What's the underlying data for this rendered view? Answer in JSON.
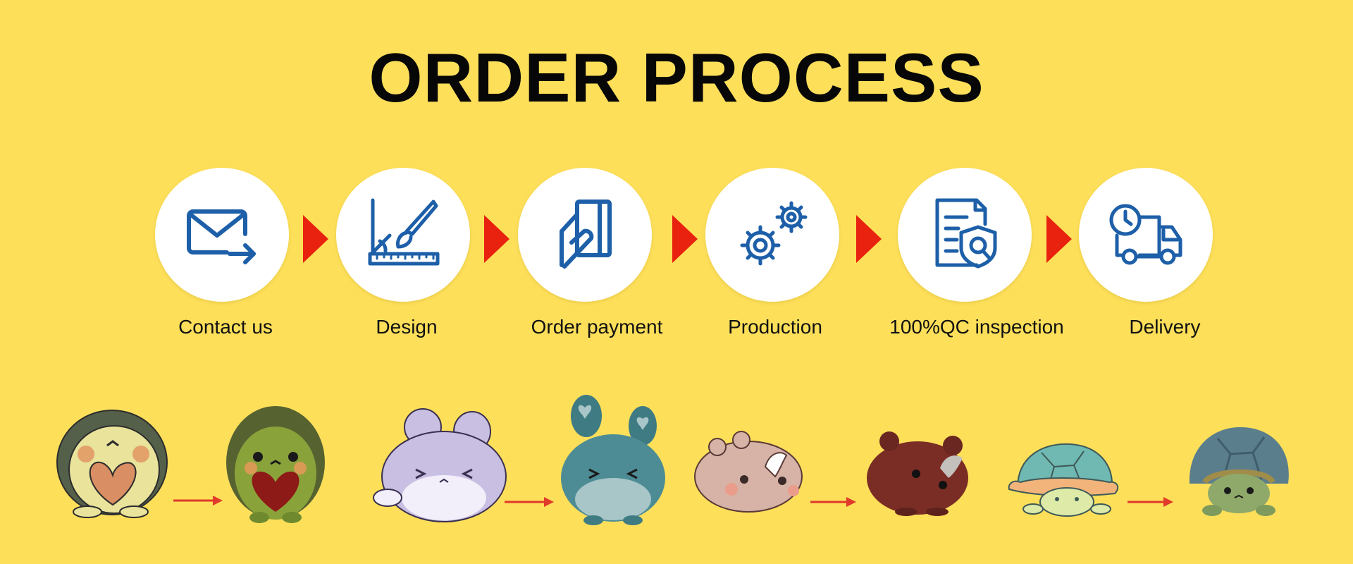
{
  "title": "ORDER PROCESS",
  "steps": [
    {
      "label": "Contact us",
      "icon": "mail-send-icon"
    },
    {
      "label": "Design",
      "icon": "design-ruler-icon"
    },
    {
      "label": "Order payment",
      "icon": "card-payment-icon"
    },
    {
      "label": "Production",
      "icon": "gears-icon"
    },
    {
      "label": "100%QC inspection",
      "icon": "document-shield-inspect-icon"
    },
    {
      "label": "Delivery",
      "icon": "delivery-truck-icon"
    }
  ],
  "colors": {
    "background": "#fddf5a",
    "icon": "#1d5fa8",
    "step_arrow": "#e8220e",
    "toy_arrow": "#e03a2a"
  },
  "toy_pairs": [
    "avocado",
    "bunny",
    "rhino",
    "turtle"
  ]
}
